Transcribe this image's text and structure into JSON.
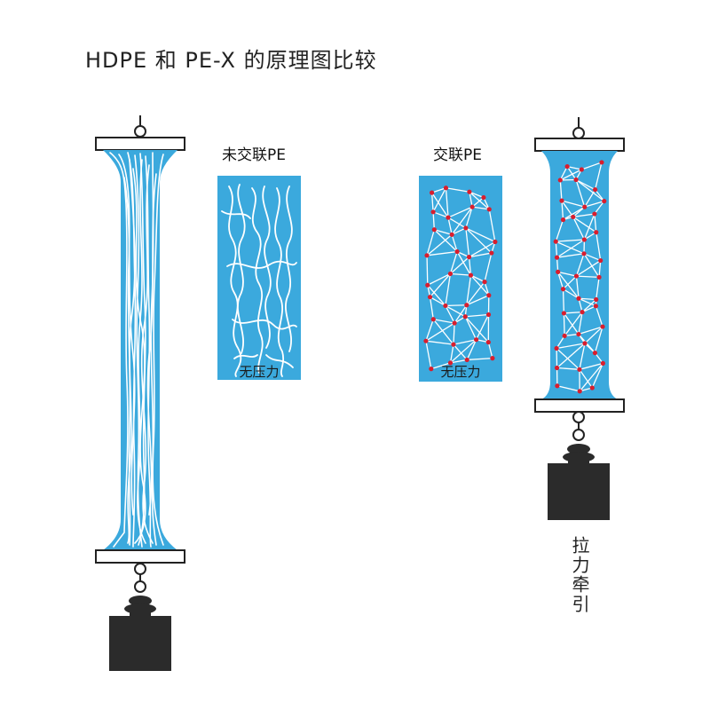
{
  "title": "HDPE 和 PE-X 的原理图比较",
  "labels": {
    "uncrosslinked": "未交联PE",
    "crosslinked": "交联PE",
    "no_stress_left": "无压力",
    "no_stress_right": "无压力",
    "tension": "拉力牵引"
  },
  "colors": {
    "pe_blue": "#3ba9dd",
    "fiber": "#ffffff",
    "node_red": "#d81e2e",
    "weight": "#2b2b2b",
    "hook": "#222222"
  }
}
